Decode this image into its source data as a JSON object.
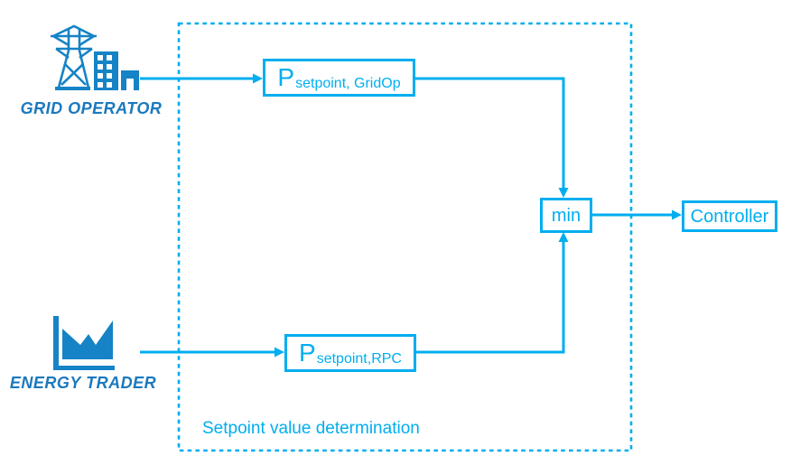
{
  "colors": {
    "diagram_accent": "#00AEEF",
    "icon_blue": "#1583C5",
    "actor_label_blue": "#1B79BE",
    "background": "#FFFFFF"
  },
  "actors": {
    "grid_operator": {
      "label": "GRID OPERATOR",
      "icon": "transmission-tower-buildings-icon"
    },
    "energy_trader": {
      "label": "ENERGY TRADER",
      "icon": "market-area-chart-icon"
    }
  },
  "container": {
    "caption": "Setpoint value determination"
  },
  "nodes": {
    "setpoint_gridop": {
      "main": "P",
      "sub": "setpoint, GridOp"
    },
    "setpoint_rpc": {
      "main": "P",
      "sub": "setpoint,RPC"
    },
    "min": {
      "label": "min"
    },
    "controller": {
      "label": "Controller"
    }
  }
}
